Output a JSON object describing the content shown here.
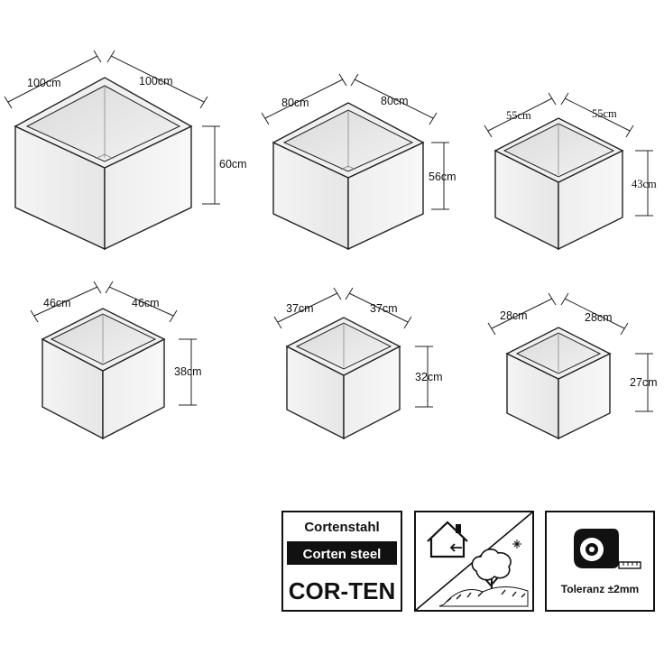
{
  "planters": [
    {
      "width_label": "100cm",
      "depth_label": "100cm",
      "height_label": "60cm"
    },
    {
      "width_label": "80cm",
      "depth_label": "80cm",
      "height_label": "56cm"
    },
    {
      "width_label": "55cm",
      "depth_label": "55cm",
      "height_label": "43cm"
    },
    {
      "width_label": "46cm",
      "depth_label": "46cm",
      "height_label": "38cm"
    },
    {
      "width_label": "37cm",
      "depth_label": "37cm",
      "height_label": "32cm"
    },
    {
      "width_label": "28cm",
      "depth_label": "28cm",
      "height_label": "27cm"
    }
  ],
  "badges": {
    "material": {
      "line1": "Cortenstahl",
      "line2": "Corten steel",
      "line3": "COR-TEN"
    },
    "usage": {
      "indoor_icon": "house-icon",
      "outdoor_icon": "tree-icon"
    },
    "tolerance": {
      "icon": "tape-measure-icon",
      "label": "Toleranz ±2mm"
    }
  }
}
